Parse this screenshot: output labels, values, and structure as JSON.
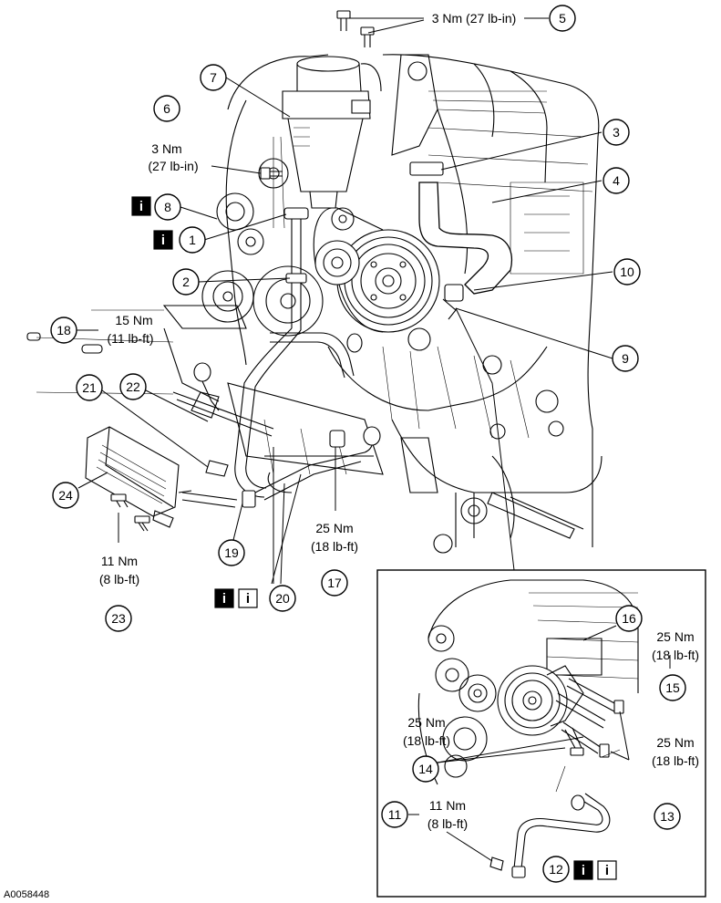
{
  "figure_id": "A0058448",
  "callouts": [
    "1",
    "2",
    "3",
    "4",
    "5",
    "6",
    "7",
    "8",
    "9",
    "10",
    "11",
    "12",
    "13",
    "14",
    "15",
    "16",
    "17",
    "18",
    "19",
    "20",
    "21",
    "22",
    "23",
    "24"
  ],
  "torque": {
    "t5": "3 Nm (27 lb-in)",
    "t6a": "3 Nm",
    "t6b": "(27 lb-in)",
    "t18a": "15 Nm",
    "t18b": "(11 lb-ft)",
    "t17a": "25 Nm",
    "t17b": "(18 lb-ft)",
    "t23a": "11 Nm",
    "t23b": "(8 lb-ft)",
    "t15a": "25 Nm",
    "t15b": "(18 lb-ft)",
    "t14a": "25 Nm",
    "t14b": "(18 lb-ft)",
    "t13a": "25 Nm",
    "t13b": "(18 lb-ft)",
    "t11a": "11 Nm",
    "t11b": "(8 lb-ft)"
  },
  "info_icon_glyph": "i"
}
